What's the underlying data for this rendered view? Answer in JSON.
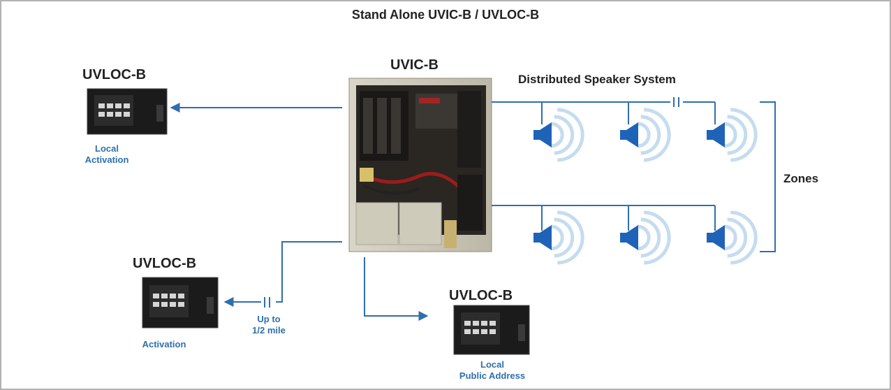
{
  "title": "Stand Alone UVIC-B / UVLOC-B",
  "main_unit": {
    "label": "UVIC-B"
  },
  "remote_units": [
    {
      "label": "UVLOC-B",
      "caption_line1": "Local",
      "caption_line2": "Activation"
    },
    {
      "label": "UVLOC-B",
      "caption_line1": "Activation",
      "caption_line2": ""
    },
    {
      "label": "UVLOC-B",
      "caption_line1": "Local",
      "caption_line2": "Public Address"
    }
  ],
  "distance_note": {
    "line1": "Up to",
    "line2": "1/2 mile"
  },
  "speaker_system": {
    "label": "Distributed Speaker System",
    "zones_label": "Zones",
    "speakers_per_zone": 3,
    "zone_count": 2
  },
  "colors": {
    "line": "#2e6fad",
    "speaker": "#1f63b8",
    "wave": "#c5dcef",
    "frame": "#999999"
  }
}
